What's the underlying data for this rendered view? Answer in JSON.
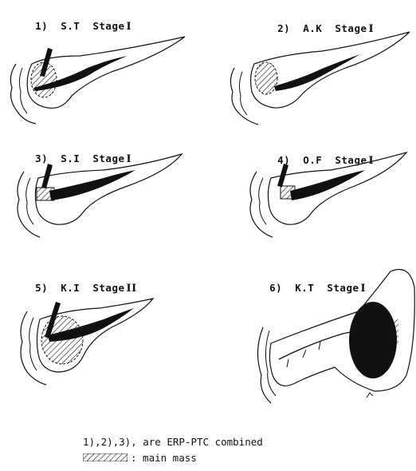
{
  "panels": [
    {
      "number": "1)",
      "patient": "S.T",
      "stage_word": "Stage",
      "stage_numeral": "I"
    },
    {
      "number": "2)",
      "patient": "A.K",
      "stage_word": "Stage",
      "stage_numeral": "I"
    },
    {
      "number": "3)",
      "patient": "S.I",
      "stage_word": "Stage",
      "stage_numeral": "I"
    },
    {
      "number": "4)",
      "patient": "O.F",
      "stage_word": "Stage",
      "stage_numeral": "I"
    },
    {
      "number": "5)",
      "patient": "K.I",
      "stage_word": "Stage",
      "stage_numeral": "II"
    },
    {
      "number": "6)",
      "patient": "K.T",
      "stage_word": "Stage",
      "stage_numeral": "I"
    }
  ],
  "footnote": "1),2),3), are ERP-PTC combined",
  "legend": {
    "label": ": main mass"
  }
}
